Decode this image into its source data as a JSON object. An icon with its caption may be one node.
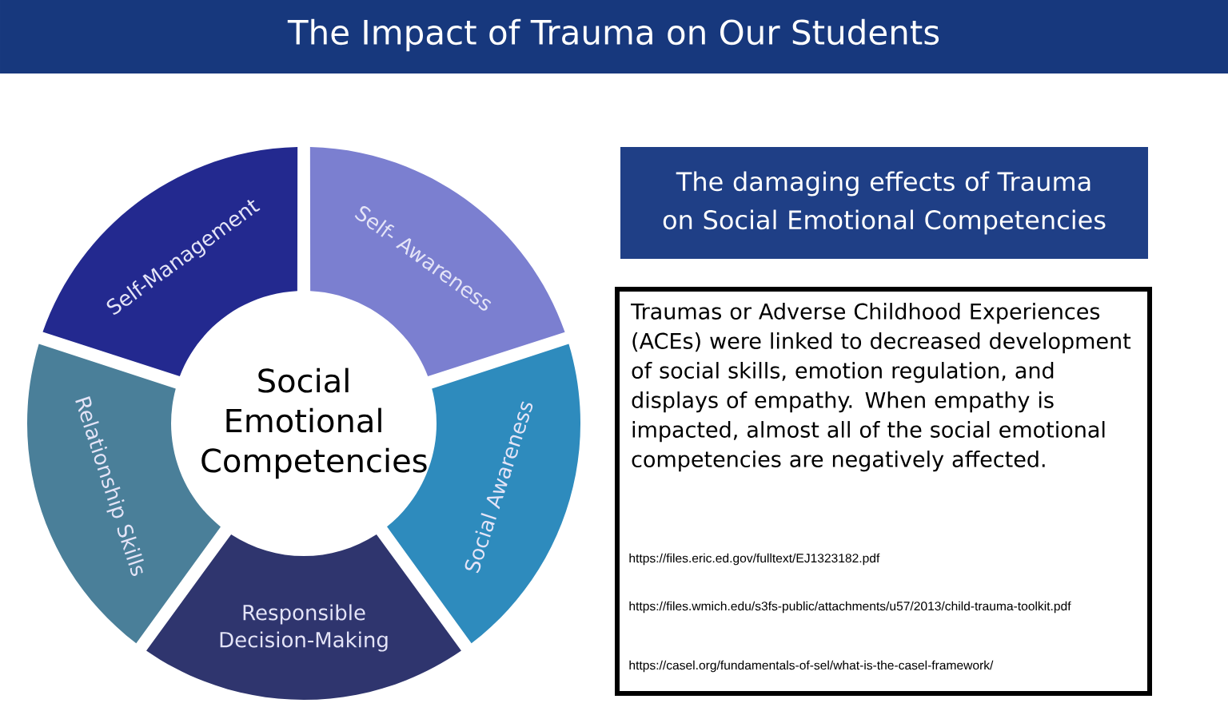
{
  "diagram": {
    "title": "The Impact of Trauma on Our Students",
    "nodes": [
      {
        "text": [
          "Social Emotional Competencies"
        ]
      },
      {
        "text": [
          "Self- Awareness"
        ]
      },
      {
        "text": [
          "Self-Management"
        ]
      },
      {
        "text": [
          "Relationship Skills"
        ]
      },
      {
        "text": [
          "Responsible Decision-Making"
        ]
      },
      {
        "text": [
          "Social Awareness"
        ]
      },
      {
        "text": [
          "The damaging effects of Trauma on Social Emotional Competencies"
        ]
      },
      {
        "text": [
          "Traumas or Adverse Childhood Experiences (ACEs) were linked to decreased development of social skills, emotion regulation, and displays of empathy.  When empathy is impacted, almost all of the social emotional competencies are negatively affected.",
          "https://files.eric.ed.gov/fulltext/EJ1323182.pdf",
          "https://files.wmich.edu/s3fs-public/attachments/u57/2013/child-trauma-toolkit.pdf",
          "https://casel.org/fundamentals-of-sel/what-is-the-casel-framework/"
        ]
      }
    ],
    "edges": []
  }
}
